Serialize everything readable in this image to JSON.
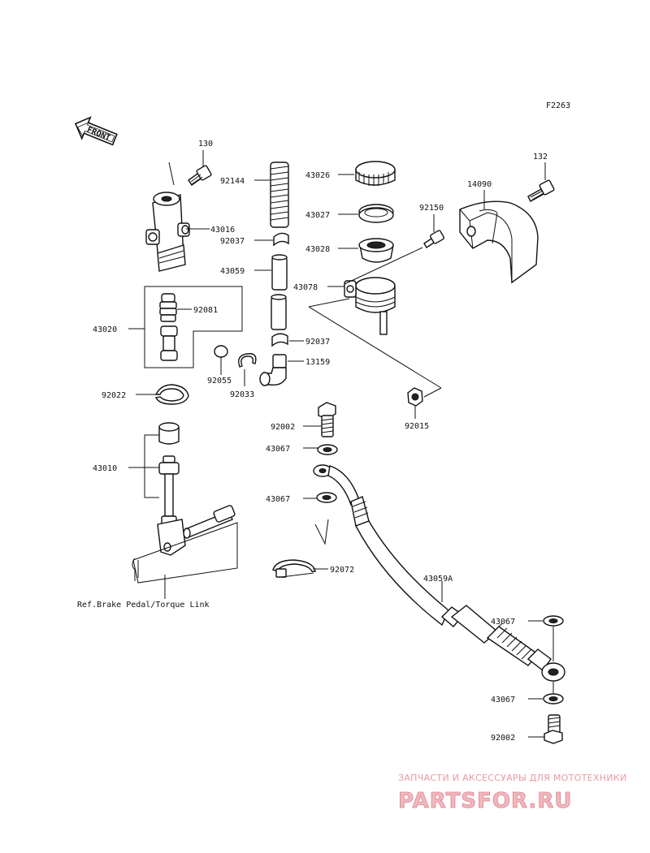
{
  "figure_code": "F2263",
  "front_label": "FRONT",
  "parts": {
    "p130": "130",
    "p92144": "92144",
    "p43016": "43016",
    "p92037a": "92037",
    "p43059": "43059",
    "p43026": "43026",
    "p43027": "43027",
    "p43028": "43028",
    "p92150": "92150",
    "p43078": "43078",
    "p132": "132",
    "p14090": "14090",
    "p43020": "43020",
    "p92081": "92081",
    "p92037b": "92037",
    "p13159": "13159",
    "p92055": "92055",
    "p92033": "92033",
    "p92022": "92022",
    "p92015": "92015",
    "p92002a": "92002",
    "p43067a": "43067",
    "p43067b": "43067",
    "p43010": "43010",
    "p92072": "92072",
    "p43059a": "43059A",
    "p43067c": "43067",
    "p43067d": "43067",
    "p92002b": "92002"
  },
  "ref_note": "Ref.Brake Pedal/Torque Link",
  "watermark": {
    "subtitle": "ЗАПЧАСТИ И АКСЕССУАРЫ ДЛЯ МОТОТЕХНИКИ",
    "brand": "PARTSFOR.RU"
  }
}
